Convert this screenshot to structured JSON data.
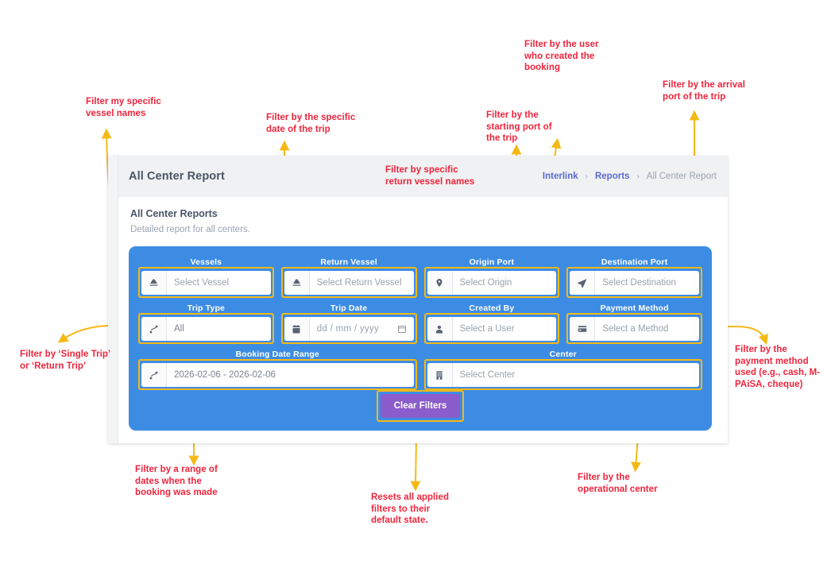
{
  "screenshot": {
    "header": {
      "title": "All Center Report",
      "breadcrumb": {
        "root": "Interlink",
        "sep": "›",
        "section": "Reports",
        "current": "All Center Report"
      }
    },
    "section": {
      "title": "All Center Reports",
      "subtitle": "Detailed report for all centers."
    },
    "filters": {
      "panel_color": "#3d8ce4",
      "rows": [
        [
          {
            "label": "Vessels",
            "icon": "ship-icon",
            "value": "Select Vessel",
            "filled": false,
            "highlight": true
          },
          {
            "label": "Return Vessel",
            "icon": "ship-icon",
            "value": "Select Return Vessel",
            "filled": false,
            "highlight": true
          },
          {
            "label": "Origin Port",
            "icon": "map-pin-icon",
            "value": "Select Origin",
            "filled": false,
            "highlight": true
          },
          {
            "label": "Destination Port",
            "icon": "navigation-icon",
            "value": "Select Destination",
            "filled": false,
            "highlight": true
          }
        ],
        [
          {
            "label": "Trip Type",
            "icon": "route-icon",
            "value": "All",
            "filled": true,
            "highlight": true
          },
          {
            "label": "Trip Date",
            "icon": "calendar-icon",
            "value": "dd / mm / yyyy",
            "filled": false,
            "highlight": true,
            "date": true
          },
          {
            "label": "Created By",
            "icon": "user-icon",
            "value": "Select a User",
            "filled": false,
            "highlight": true
          },
          {
            "label": "Payment Method",
            "icon": "credit-card-icon",
            "value": "Select a Method",
            "filled": false,
            "highlight": true
          }
        ],
        [
          {
            "label": "Booking Date Range",
            "icon": "route-icon",
            "value": "2026-02-06 - 2026-02-06",
            "filled": true,
            "highlight": true
          },
          {
            "label": "Center",
            "icon": "building-icon",
            "value": "Select Center",
            "filled": false,
            "highlight": true
          }
        ]
      ],
      "clear_button": {
        "label": "Clear Filters",
        "color": "#8a5ccc"
      }
    }
  },
  "annotations": {
    "color": "#f0243c",
    "arrow_color": "#f5b916",
    "items": [
      {
        "id": "vessels",
        "text": "Filter my specific\nvessel names"
      },
      {
        "id": "trip-date",
        "text": "Filter by the specific\ndate of the trip"
      },
      {
        "id": "return-vessel",
        "text": "Filter by specific\nreturn vessel names"
      },
      {
        "id": "created-by",
        "text": "Filter by the user\nwho created the\nbooking"
      },
      {
        "id": "origin-port",
        "text": "Filter by the\nstarting port of\nthe trip"
      },
      {
        "id": "destination",
        "text": "Filter by the arrival\nport of the trip"
      },
      {
        "id": "trip-type",
        "text": "Filter by ‘Single Trip’\nor ‘Return Trip’"
      },
      {
        "id": "payment-method",
        "text": "Filter by the\npayment method\nused (e.g., cash, M-\nPAiSA, cheque)"
      },
      {
        "id": "booking-range",
        "text": "Filter by a range of\ndates when the\nbooking was made"
      },
      {
        "id": "clear-filters",
        "text": "Resets all applied\nfilters to their\ndefault state."
      },
      {
        "id": "center",
        "text": "Filter by the\noperational center"
      }
    ]
  }
}
